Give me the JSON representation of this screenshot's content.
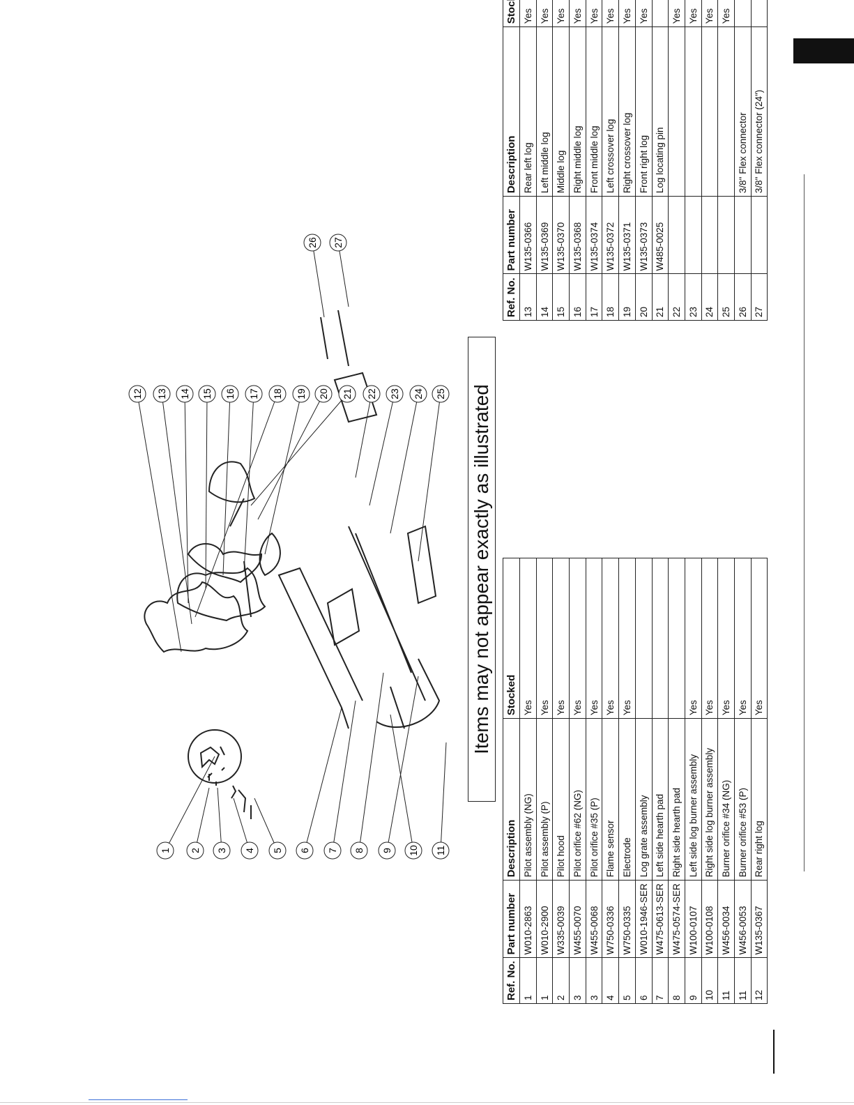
{
  "note": "Items may not appear exactly as illustrated",
  "callouts": [
    "1",
    "2",
    "3",
    "4",
    "5",
    "6",
    "7",
    "8",
    "9",
    "10",
    "11",
    "12",
    "13",
    "14",
    "15",
    "16",
    "17",
    "18",
    "19",
    "20",
    "21",
    "22",
    "23",
    "24",
    "25",
    "26",
    "27"
  ],
  "table_headers": {
    "ref_no": "Ref. No.",
    "part_number": "Part number",
    "description": "Description",
    "stocked": "Stocked"
  },
  "parts_left": [
    {
      "ref": "1",
      "part": "W010-2863",
      "desc": "Pilot assembly (NG)",
      "stocked": "Yes"
    },
    {
      "ref": "1",
      "part": "W010-2900",
      "desc": "Pilot assembly (P)",
      "stocked": "Yes"
    },
    {
      "ref": "2",
      "part": "W335-0039",
      "desc": "Pilot hood",
      "stocked": "Yes"
    },
    {
      "ref": "3",
      "part": "W455-0070",
      "desc": "Pilot orifice #62 (NG)",
      "stocked": "Yes"
    },
    {
      "ref": "3",
      "part": "W455-0068",
      "desc": "Pilot orifice #35 (P)",
      "stocked": "Yes"
    },
    {
      "ref": "4",
      "part": "W750-0336",
      "desc": "Flame sensor",
      "stocked": "Yes"
    },
    {
      "ref": "5",
      "part": "W750-0335",
      "desc": "Electrode",
      "stocked": "Yes"
    },
    {
      "ref": "6",
      "part": "W010-1946-SER",
      "desc": "Log grate assembly",
      "stocked": ""
    },
    {
      "ref": "7",
      "part": "W475-0613-SER",
      "desc": "Left side hearth pad",
      "stocked": ""
    },
    {
      "ref": "8",
      "part": "W475-0574-SER",
      "desc": "Right side hearth pad",
      "stocked": ""
    },
    {
      "ref": "9",
      "part": "W100-0107",
      "desc": "Left side log burner assembly",
      "stocked": "Yes"
    },
    {
      "ref": "10",
      "part": "W100-0108",
      "desc": "Right side log burner assembly",
      "stocked": "Yes"
    },
    {
      "ref": "11",
      "part": "W456-0034",
      "desc": "Burner orifice #34 (NG)",
      "stocked": "Yes"
    },
    {
      "ref": "11",
      "part": "W456-0053",
      "desc": "Burner orifice #53 (P)",
      "stocked": "Yes"
    },
    {
      "ref": "12",
      "part": "W135-0367",
      "desc": "Rear right log",
      "stocked": "Yes"
    }
  ],
  "parts_right": [
    {
      "ref": "13",
      "part": "W135-0366",
      "desc": "Rear left log",
      "stocked": "Yes"
    },
    {
      "ref": "14",
      "part": "W135-0369",
      "desc": "Left middle log",
      "stocked": "Yes"
    },
    {
      "ref": "15",
      "part": "W135-0370",
      "desc": "Middle log",
      "stocked": "Yes"
    },
    {
      "ref": "16",
      "part": "W135-0368",
      "desc": "Right middle log",
      "stocked": "Yes"
    },
    {
      "ref": "17",
      "part": "W135-0374",
      "desc": "Front middle log",
      "stocked": "Yes"
    },
    {
      "ref": "18",
      "part": "W135-0372",
      "desc": "Left crossover log",
      "stocked": "Yes"
    },
    {
      "ref": "19",
      "part": "W135-0371",
      "desc": "Right crossover log",
      "stocked": "Yes"
    },
    {
      "ref": "20",
      "part": "W135-0373",
      "desc": "Front right log",
      "stocked": "Yes"
    },
    {
      "ref": "21",
      "part": "W485-0025",
      "desc": "Log locating pin",
      "stocked": ""
    },
    {
      "ref": "22",
      "part": "",
      "desc": "",
      "stocked": "Yes"
    },
    {
      "ref": "23",
      "part": "",
      "desc": "",
      "stocked": "Yes"
    },
    {
      "ref": "24",
      "part": "",
      "desc": "",
      "stocked": "Yes"
    },
    {
      "ref": "25",
      "part": "",
      "desc": "",
      "stocked": "Yes"
    },
    {
      "ref": "26",
      "part": "",
      "desc": "3/8\" Flex connector",
      "stocked": ""
    },
    {
      "ref": "27",
      "part": "",
      "desc": "3/8\" Flex connector (24\")",
      "stocked": ""
    }
  ]
}
